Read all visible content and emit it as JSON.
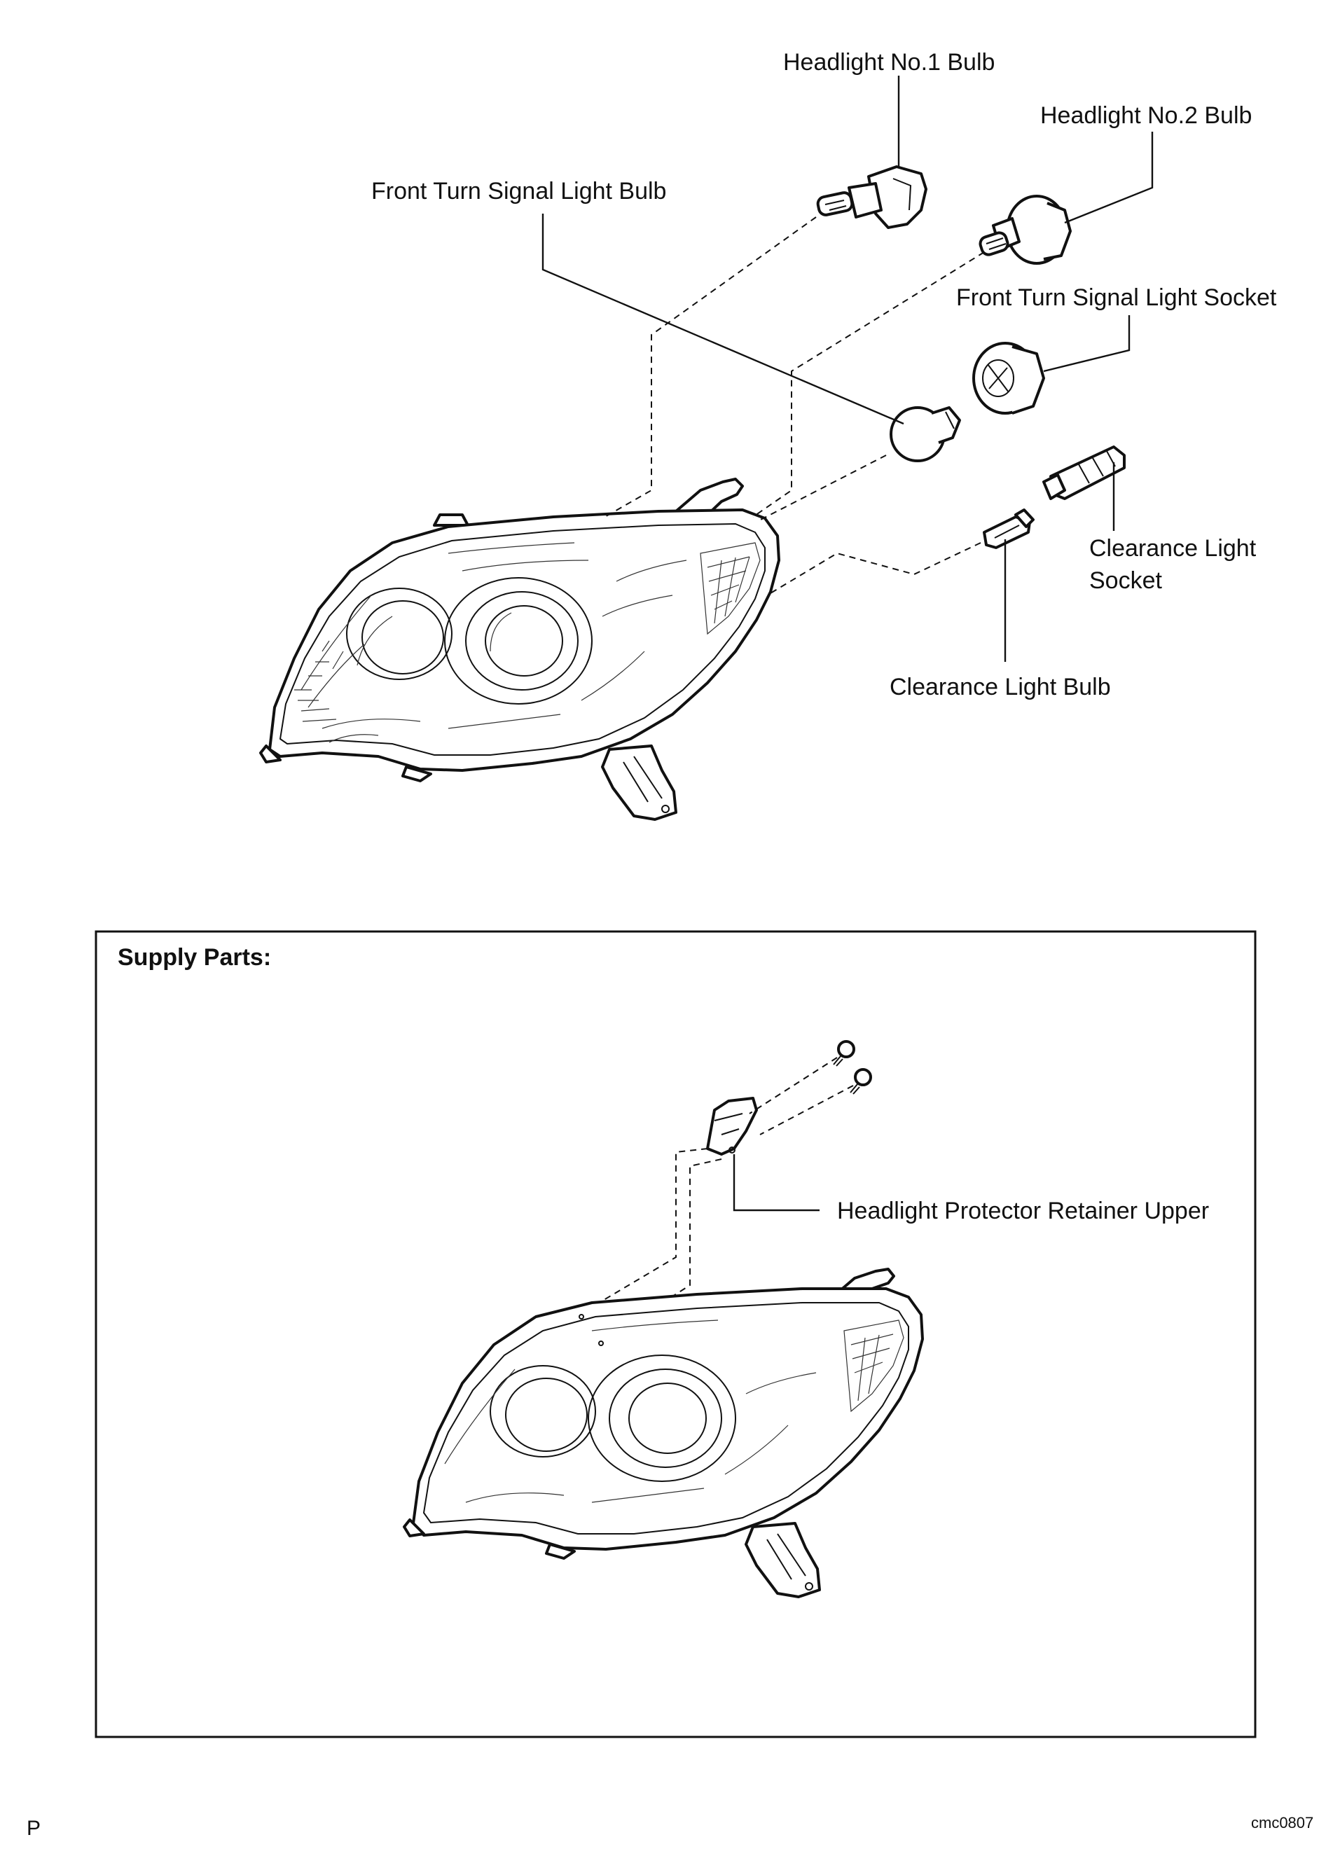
{
  "labels": {
    "headlight_no1_bulb": "Headlight No.1 Bulb",
    "headlight_no2_bulb": "Headlight No.2 Bulb",
    "front_turn_signal_light_bulb": "Front Turn Signal Light Bulb",
    "front_turn_signal_light_socket": "Front Turn Signal Light Socket",
    "clearance_light_socket_line1": "Clearance Light",
    "clearance_light_socket_line2": "Socket",
    "clearance_light_bulb": "Clearance Light Bulb",
    "headlight_protector_retainer_upper": "Headlight Protector Retainer Upper"
  },
  "supply_parts": {
    "title": "Supply Parts:"
  },
  "footer": {
    "page_marker": "P",
    "figure_code": "cmc0807"
  },
  "colors": {
    "line": "#111111",
    "background": "#ffffff"
  }
}
